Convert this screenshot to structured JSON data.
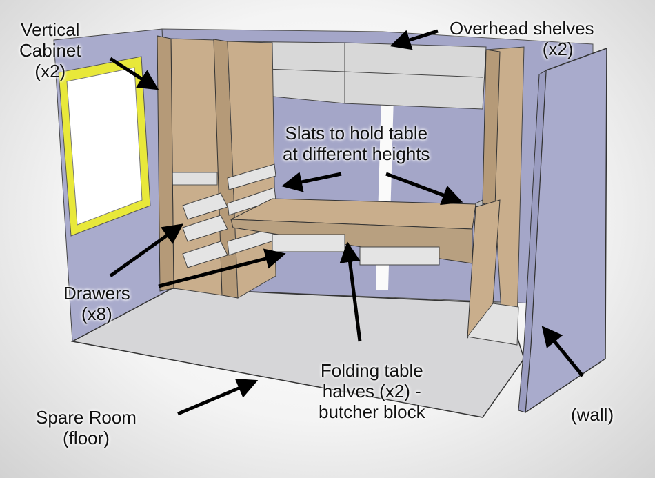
{
  "labels": {
    "vertical_cabinet": [
      "Vertical",
      "Cabinet",
      "(x2)"
    ],
    "overhead_shelves": [
      "Overhead shelves",
      "(x2)"
    ],
    "slats": [
      "Slats to hold table",
      "at different heights"
    ],
    "drawers": [
      "Drawers",
      "(x8)"
    ],
    "folding_table": [
      "Folding table",
      "halves (x2) -",
      "butcher block"
    ],
    "spare_room": [
      "Spare Room",
      "(floor)"
    ],
    "wall": [
      "(wall)"
    ]
  },
  "colors": {
    "wall": "#a7a9cb",
    "floor": "#d8d8d8",
    "wood": "#c9ae8c",
    "window_frame": "#e8e83a",
    "shelf": "#e2e2e2"
  }
}
